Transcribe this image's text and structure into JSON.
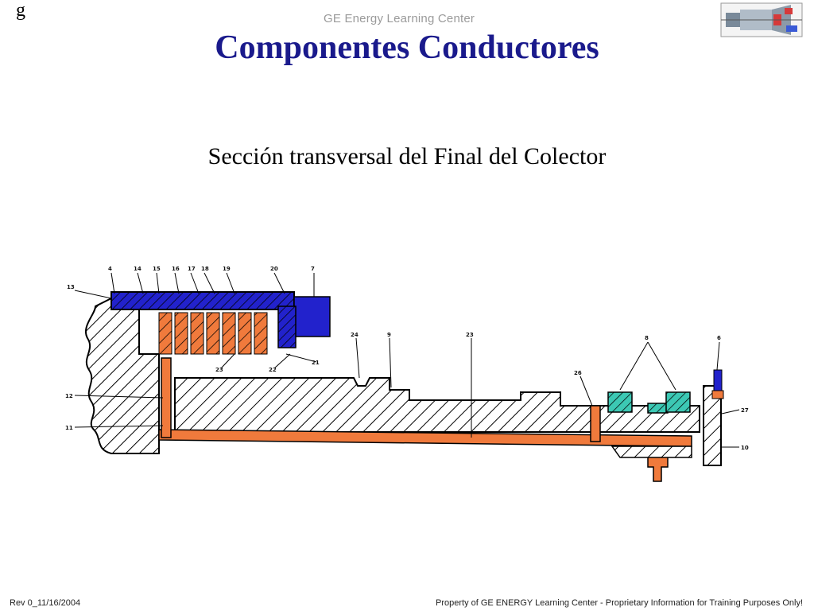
{
  "header": {
    "logo_glyph": "g",
    "center_text": "GE Energy Learning Center",
    "icon": "gas-turbine-icon"
  },
  "slide": {
    "title": "Componentes Conductores",
    "subtitle": "Sección transversal del Final del Colector"
  },
  "diagram": {
    "callouts_top": [
      "4",
      "14",
      "15",
      "16",
      "17",
      "18",
      "19",
      "20",
      "7",
      "24",
      "9",
      "23",
      "8",
      "6"
    ],
    "callouts_left": [
      "13",
      "12",
      "11"
    ],
    "callouts_lower": [
      "21",
      "22",
      "23",
      "26",
      "27",
      "10"
    ],
    "colors": {
      "hatch": "#000000",
      "copper": "#f07a3c",
      "blue": "#2222cc",
      "teal": "#3cc8b4"
    }
  },
  "footer": {
    "left": "Rev 0_11/16/2004",
    "right": "Property of GE ENERGY Learning Center - Proprietary Information for Training Purposes Only!"
  }
}
